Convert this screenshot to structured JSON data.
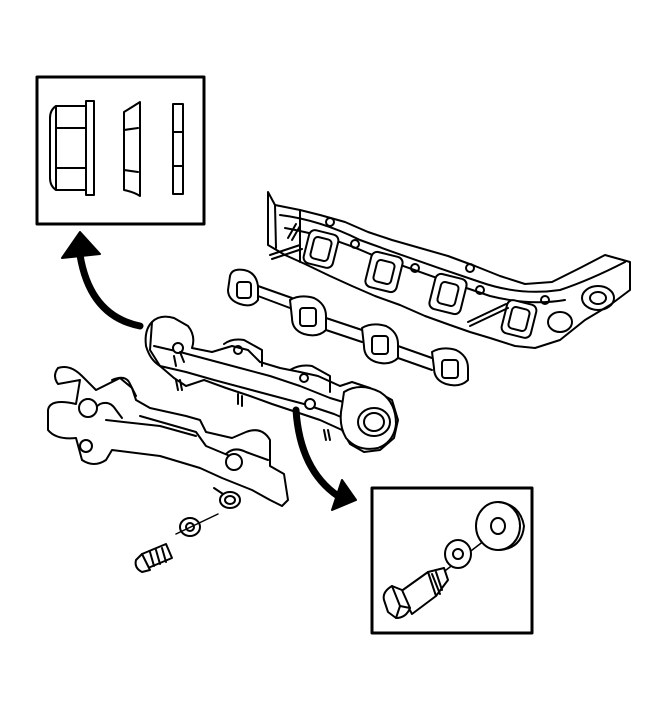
{
  "diagram": {
    "kind": "exploded-view",
    "colors": {
      "line": "#000000",
      "fill": "#ffffff",
      "shade": "#d9d9d9"
    },
    "callouts": [
      {
        "id": "detail-top",
        "contents": [
          "flange-nut",
          "conical-spring-washer",
          "flat-washer"
        ]
      },
      {
        "id": "detail-bottom",
        "contents": [
          "stud-bolt",
          "lock-washer",
          "spacer"
        ]
      }
    ],
    "parts": [
      "cylinder-head",
      "exhaust-manifold-gasket",
      "exhaust-manifold",
      "heat-shield",
      "heat-shield-bolt",
      "heat-shield-washer",
      "manifold-studs"
    ]
  }
}
